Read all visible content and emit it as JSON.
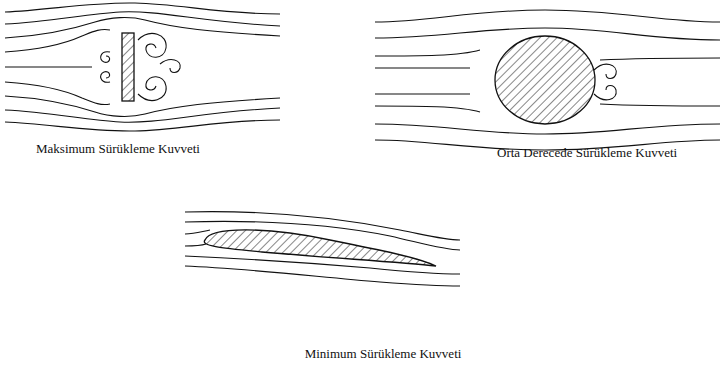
{
  "diagram": {
    "labels": [
      "Maksimum Sürükleme Kuvveti",
      "Orta Derecede Sürükleme Kuvveti",
      "Minimum Sürükleme Kuvveti"
    ]
  }
}
